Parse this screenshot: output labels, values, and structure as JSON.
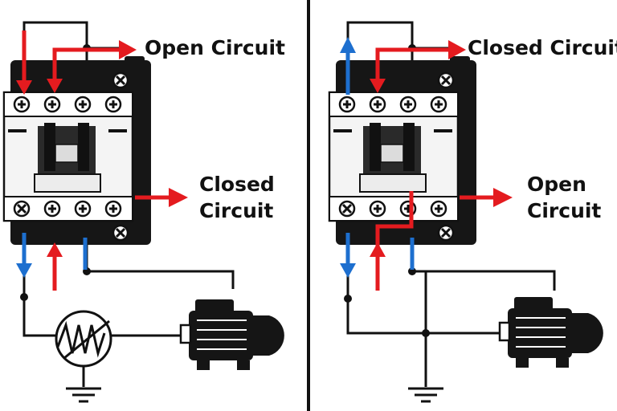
{
  "colors": {
    "wire": "#111111",
    "flow_red": "#e41b1f",
    "flow_blue": "#1d6fcf",
    "contactor_body": "#f4f4f4",
    "housing": "#161616",
    "background": "#ffffff"
  },
  "left_panel": {
    "top_label": "Open Circuit",
    "side_label_line1": "Closed",
    "side_label_line2": "Circuit",
    "symbols": [
      "contactor-icon",
      "thermistor-icon",
      "motor-icon",
      "ground-icon"
    ]
  },
  "right_panel": {
    "top_label": "Closed Circuit",
    "side_label_line1": "Open",
    "side_label_line2": "Circuit",
    "symbols": [
      "contactor-icon",
      "motor-icon",
      "ground-icon"
    ]
  }
}
